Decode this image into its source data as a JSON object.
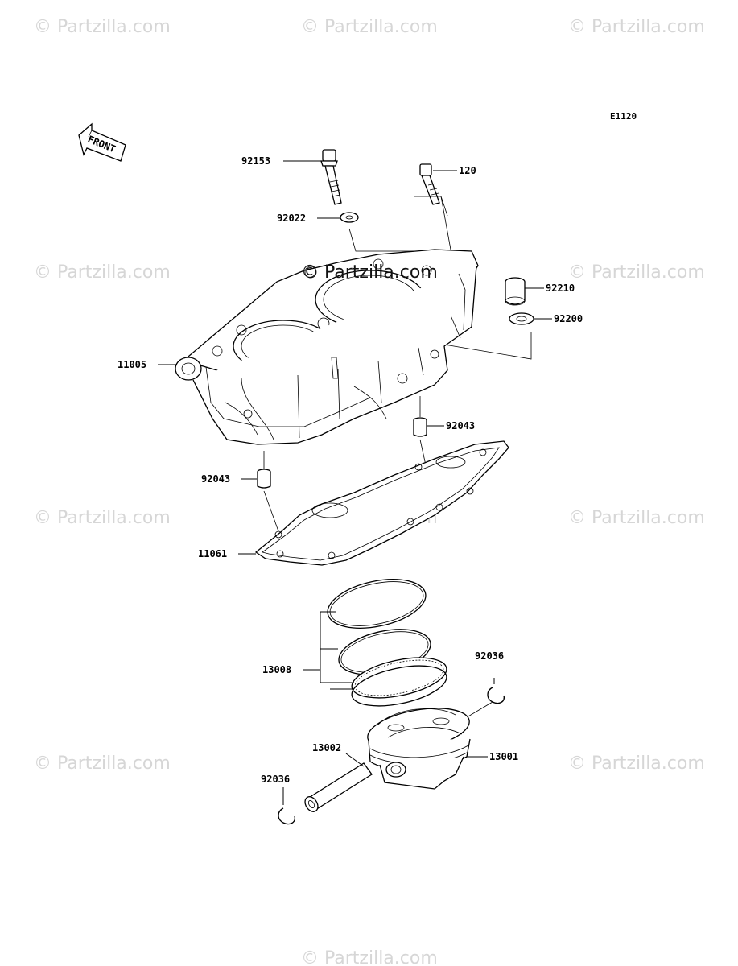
{
  "watermark": {
    "text": "© Partzilla.com",
    "center_text": "© Partzilla.com"
  },
  "diagram_code": "E1120",
  "front_label": "FRONT",
  "parts": {
    "bolt_92153": "92153",
    "bolt_120": "120",
    "washer_92022": "92022",
    "collar_92210": "92210",
    "washer_92200": "92200",
    "cylinder_11005": "11005",
    "dowel_92043_right": "92043",
    "dowel_92043_left": "92043",
    "gasket_11061": "11061",
    "ring_set_13008": "13008",
    "circlip_92036_right": "92036",
    "piston_13001": "13001",
    "pin_13002": "13002",
    "circlip_92036_left": "92036"
  }
}
